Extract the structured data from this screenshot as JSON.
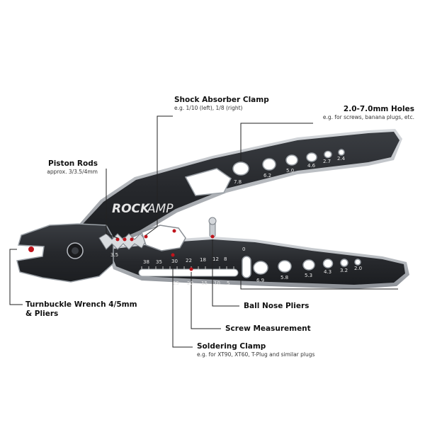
{
  "brand": {
    "part1": "ROCK",
    "part2": "AMP"
  },
  "colors": {
    "accent": "#c0141c",
    "tool_dark": "#2a2c30",
    "tool_light": "#b8bcc2",
    "engraving": "#e6e6e6"
  },
  "callouts": {
    "shock_clamp": {
      "title": "Shock Absorber Clamp",
      "sub": "e.g. 1/10 (left), 1/8 (right)"
    },
    "holes": {
      "title": "2.0-7.0mm Holes",
      "sub": "e.g. for screws, banana plugs, etc."
    },
    "piston": {
      "title": "Piston Rods",
      "sub": "approx. 3/3.5/4mm"
    },
    "turnbuckle": {
      "line1": "Turnbuckle Wrench 4/5mm",
      "line2": "& Pliers"
    },
    "ball_nose": {
      "title": "Ball Nose Pliers"
    },
    "screw": {
      "title": "Screw Measurement"
    },
    "solder": {
      "title": "Soldering Clamp",
      "sub": "e.g. for XT90, XT60, T-Plug and similar plugs"
    }
  },
  "engravings": {
    "upper_holes": [
      "7.8",
      "6.2",
      "5.0",
      "4.6",
      "2.7",
      "2.4"
    ],
    "lower_holes": [
      "6.9",
      "5.8",
      "5.3",
      "4.3",
      "3.2",
      "2.0"
    ],
    "piston_mark": "3.5",
    "scale_top": [
      "38",
      "35",
      "30",
      "22",
      "18",
      "12",
      "8"
    ],
    "scale_bottom": [
      "25",
      "20",
      "15",
      "10",
      "5"
    ],
    "zero": "0"
  }
}
